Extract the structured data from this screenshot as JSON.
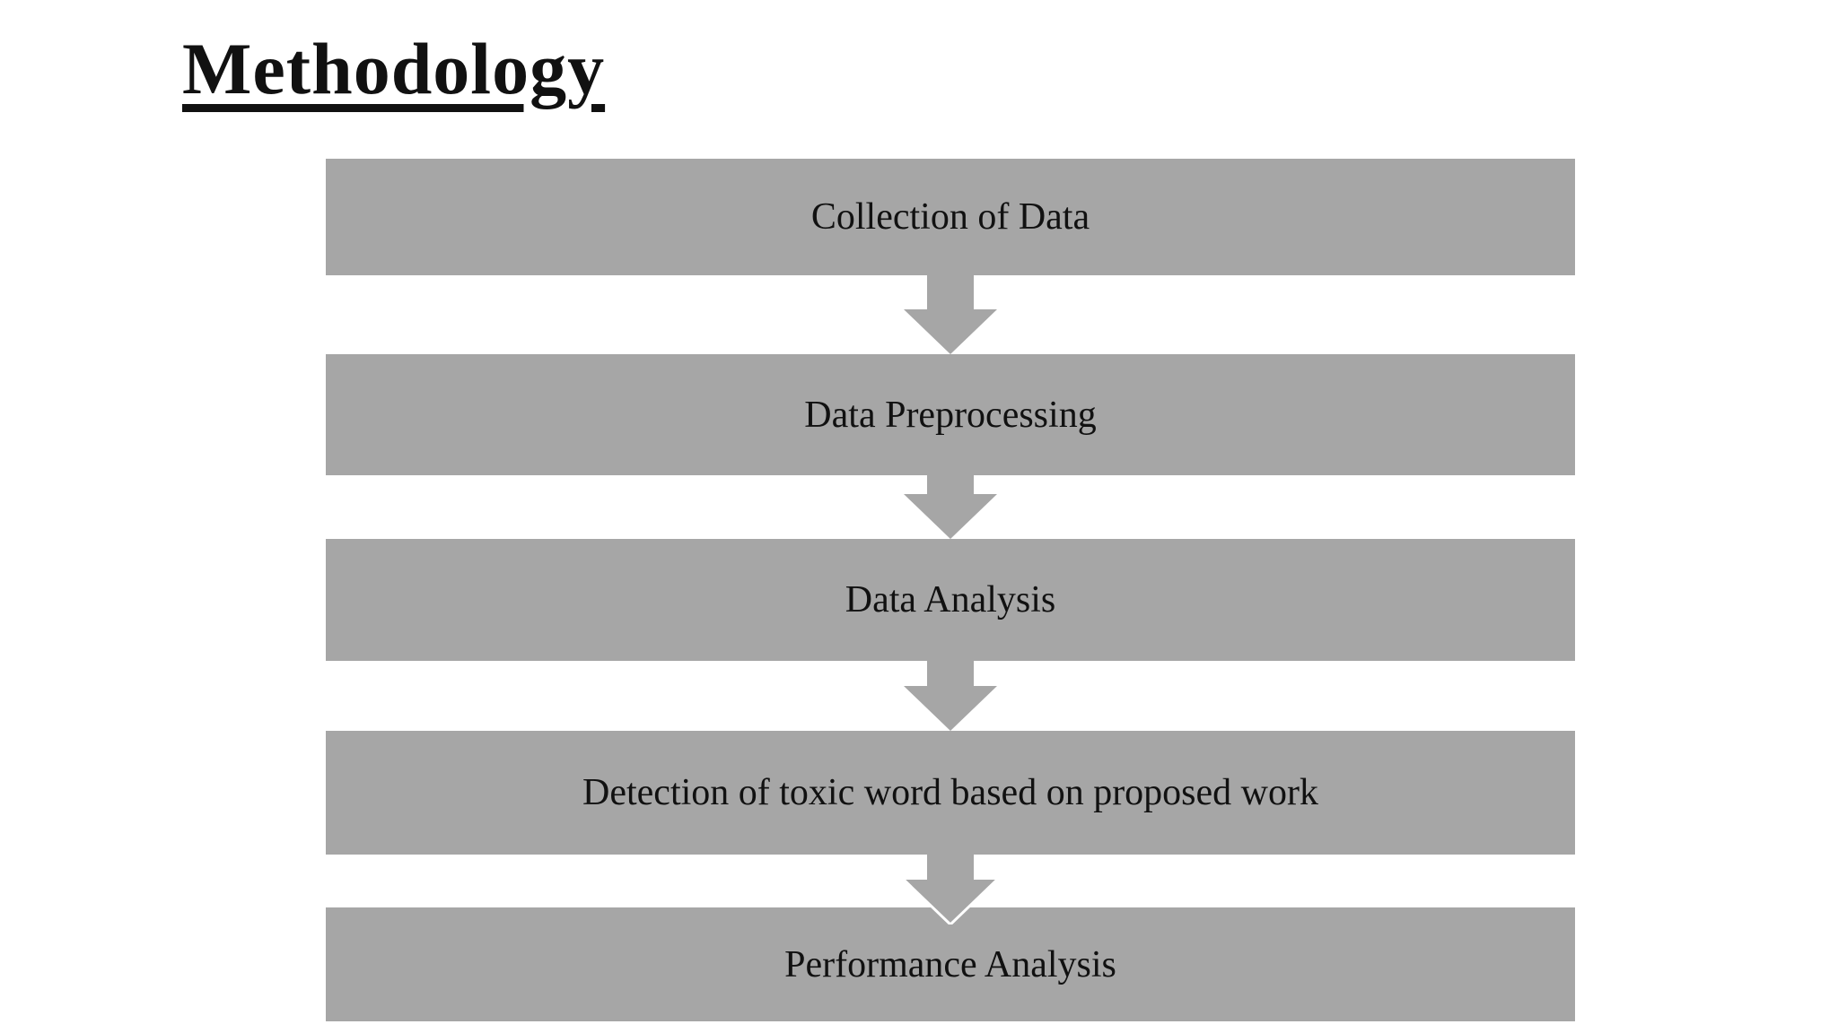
{
  "title": "Methodology",
  "flowchart": {
    "direction": "top-to-bottom",
    "steps": [
      {
        "label": "Collection of Data"
      },
      {
        "label": "Data Preprocessing"
      },
      {
        "label": "Data Analysis"
      },
      {
        "label": "Detection of toxic word based on proposed work"
      },
      {
        "label": "Performance Analysis"
      }
    ],
    "connector": "block-down-arrow"
  },
  "colors": {
    "box_fill": "#a6a6a6",
    "arrow_fill": "#a6a6a6",
    "arrow_outline": "#ffffff",
    "text": "#111111",
    "background": "#ffffff"
  }
}
